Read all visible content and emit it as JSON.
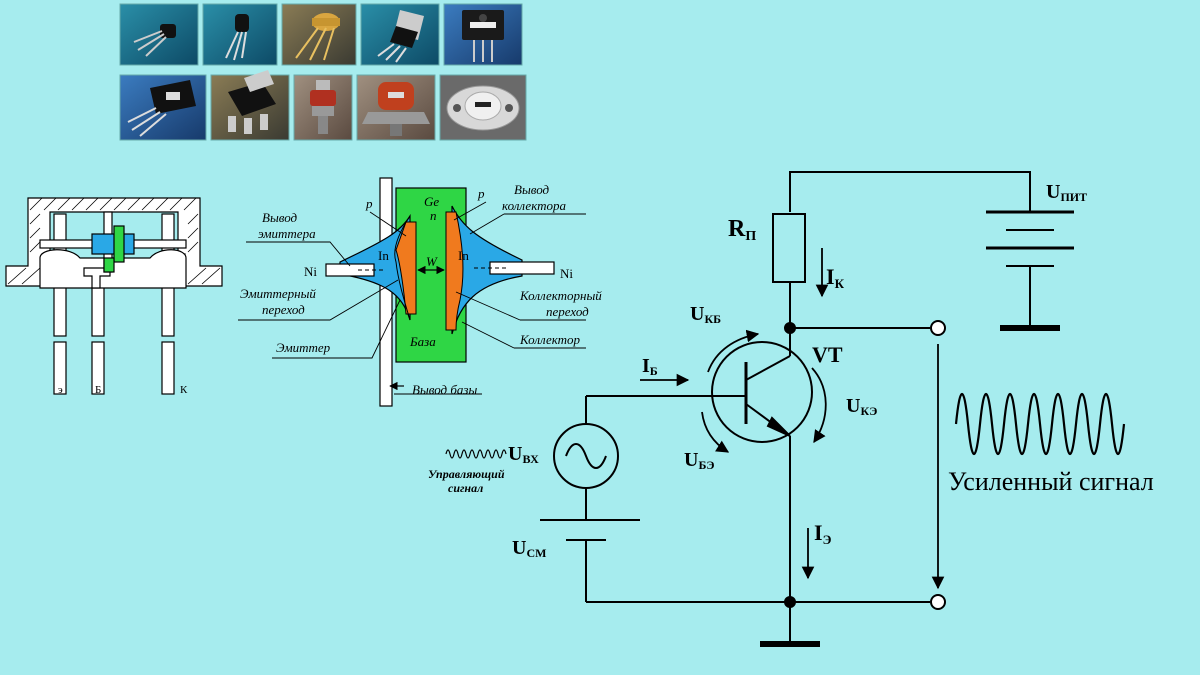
{
  "colors": {
    "background": "#a6ecee",
    "germanium": "#2fd645",
    "indium": "#2aa8e6",
    "junction": "#f07a1e",
    "wire": "#000000"
  },
  "photos": [
    {
      "name": "to92-small"
    },
    {
      "name": "to92"
    },
    {
      "name": "to39-gold"
    },
    {
      "name": "to220"
    },
    {
      "name": "to3p"
    },
    {
      "name": "to220-angled"
    },
    {
      "name": "dpak-smd"
    },
    {
      "name": "stud-red"
    },
    {
      "name": "stud-flange"
    },
    {
      "name": "to3-metal"
    }
  ],
  "package": {
    "lead_e": "э",
    "lead_b": "Б",
    "lead_k": "К"
  },
  "structure": {
    "ge": "Ge",
    "n": "n",
    "p_left": "p",
    "p_right": "p",
    "in_left": "In",
    "in_right": "In",
    "ni_left": "Ni",
    "ni_right": "Ni",
    "w": "W",
    "base": "База",
    "emitter_lead": [
      "Вывод",
      "эмиттера"
    ],
    "collector_lead": [
      "Вывод",
      "коллектора"
    ],
    "emitter_junction": [
      "Эмиттерный",
      "переход"
    ],
    "collector_junction": [
      "Коллекторный",
      "переход"
    ],
    "emitter": "Эмиттер",
    "collector": "Коллектор",
    "base_lead": "Вывод базы"
  },
  "circuit": {
    "r_main": "R",
    "r_sub": "П",
    "ik_main": "I",
    "ik_sub": "К",
    "ukb_main": "U",
    "ukb_sub": "КБ",
    "vt": "VT",
    "ib_main": "I",
    "ib_sub": "Б",
    "uke_main": "U",
    "uke_sub": "КЭ",
    "ube_main": "U",
    "ube_sub": "БЭ",
    "uvx_main": "U",
    "uvx_sub": "ВХ",
    "control_signal": [
      "Управляющий",
      "сигнал"
    ],
    "ucm_main": "U",
    "ucm_sub": "СМ",
    "ie_main": "I",
    "ie_sub": "Э",
    "upit_main": "U",
    "upit_sub": "ПИТ",
    "amplified_signal": "Усиленный сигнал"
  }
}
